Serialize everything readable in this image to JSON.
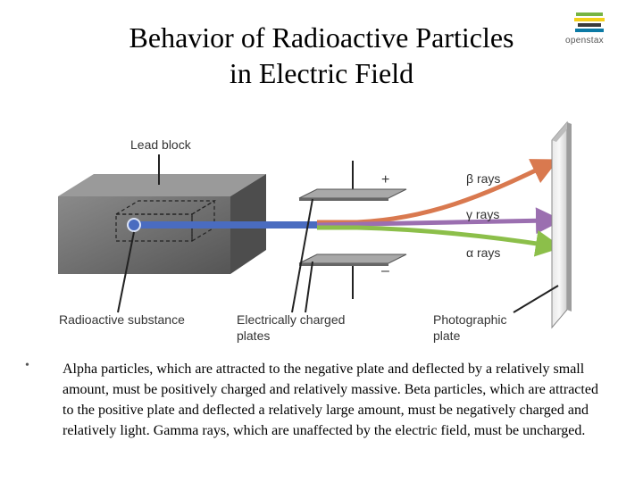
{
  "title": {
    "line1": "Behavior of Radioactive Particles",
    "line2": "in Electric Field"
  },
  "logo": {
    "text": "openstax",
    "icon": "openstax-logo-icon"
  },
  "diagram": {
    "labels": {
      "lead_block": "Lead block",
      "radioactive_substance": "Radioactive substance",
      "plates_line1": "Electrically charged",
      "plates_line2": "plates",
      "photo_line1": "Photographic",
      "photo_line2": "plate"
    },
    "rays": {
      "beta": "β rays",
      "gamma": "γ rays",
      "alpha": "α rays"
    },
    "signs": {
      "positive": "+",
      "negative": "–"
    },
    "colors": {
      "beta": "#d9794f",
      "gamma": "#9b6fb0",
      "alpha": "#8cbf4a",
      "beam": "#4a6cc0",
      "block": "#6b6b6b"
    }
  },
  "bullet": {
    "marker": "•",
    "text": "Alpha particles, which are attracted to the negative plate and deflected by a relatively small amount, must be positively charged and relatively massive. Beta particles, which are attracted to the positive plate and deflected a relatively large amount, must be negatively charged and relatively light. Gamma rays, which are unaffected by the electric field, must be uncharged."
  }
}
